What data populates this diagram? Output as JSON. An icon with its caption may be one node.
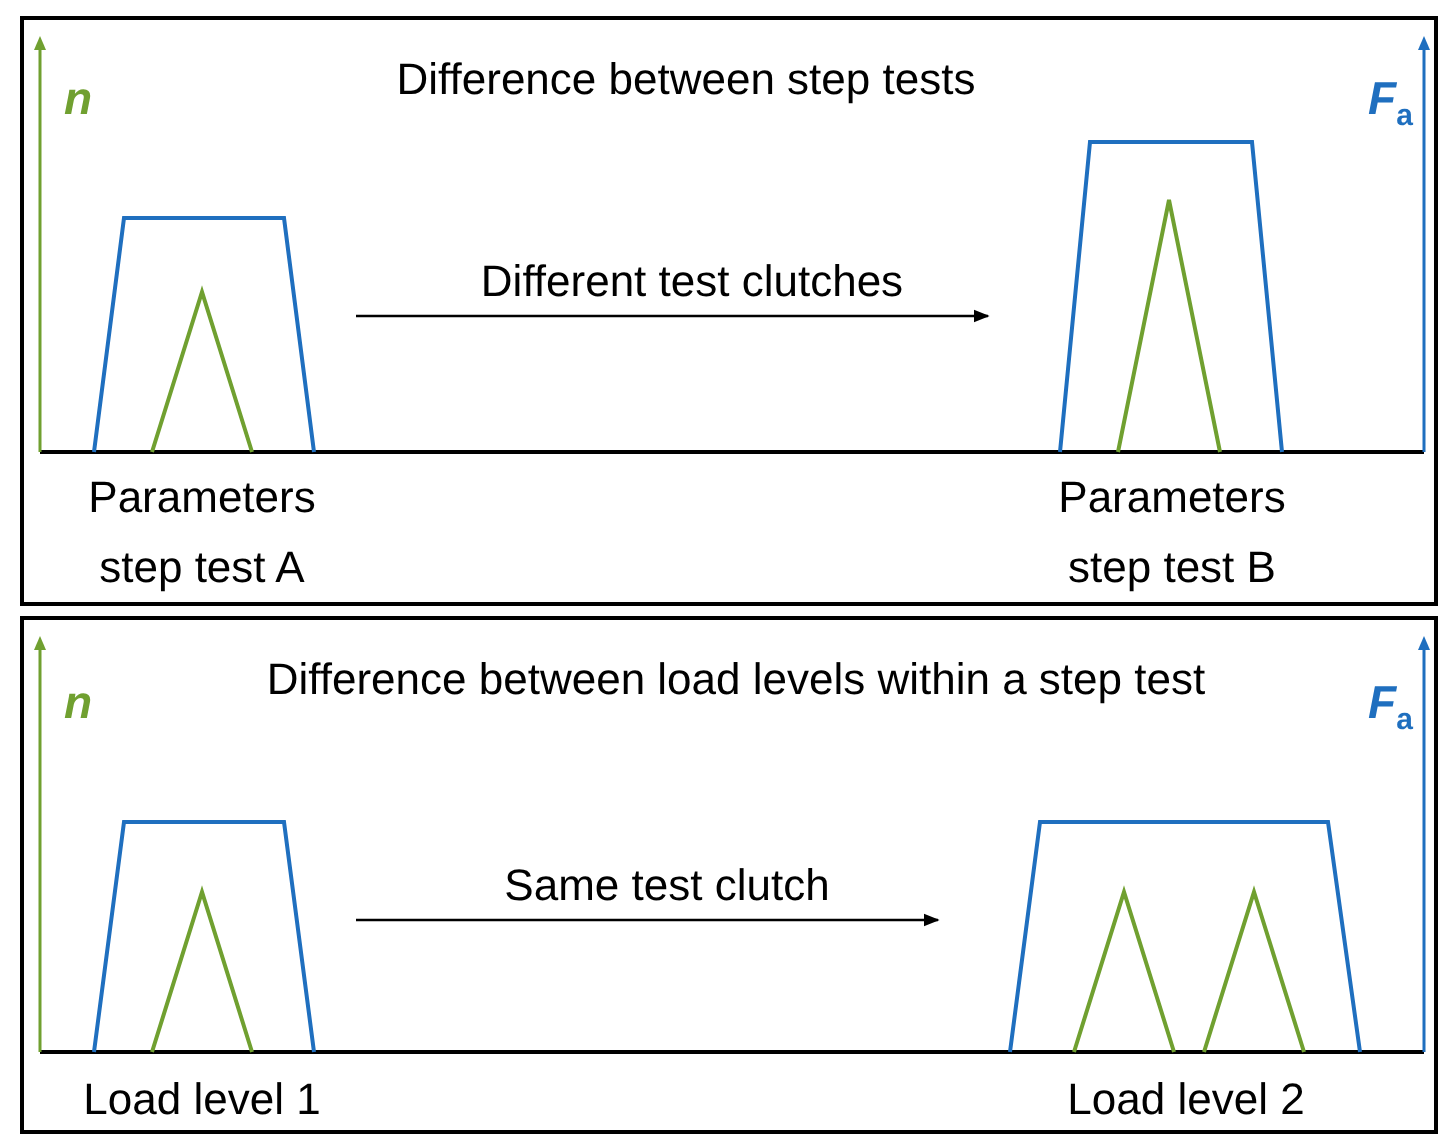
{
  "diagram": {
    "nodes": [
      {
        "text": [
          "Difference between step tests"
        ]
      },
      {
        "text": [],
        "shape": "trapezoid",
        "in": 0,
        "beside": [
          "Parameters step test A"
        ]
      },
      {
        "text": [],
        "shape": "trapezoid",
        "in": 0,
        "beside": [
          "Parameters step test B"
        ]
      },
      {
        "text": [
          "Difference between load levels within a step test"
        ]
      },
      {
        "text": [],
        "shape": "trapezoid",
        "in": 3,
        "beside": [
          "Load level 1"
        ]
      },
      {
        "text": [],
        "shape": "trapezoid",
        "in": 3,
        "beside": [
          "Load level 2"
        ]
      }
    ],
    "edges": [
      {
        "from": 1,
        "to": 2,
        "arrow": "to",
        "label": "Different test clutches"
      },
      {
        "from": 4,
        "to": 5,
        "arrow": "to",
        "label": "Same test clutch"
      }
    ],
    "labels": [
      "n",
      "F$_{a}$",
      "n",
      "F$_{a}$"
    ]
  }
}
